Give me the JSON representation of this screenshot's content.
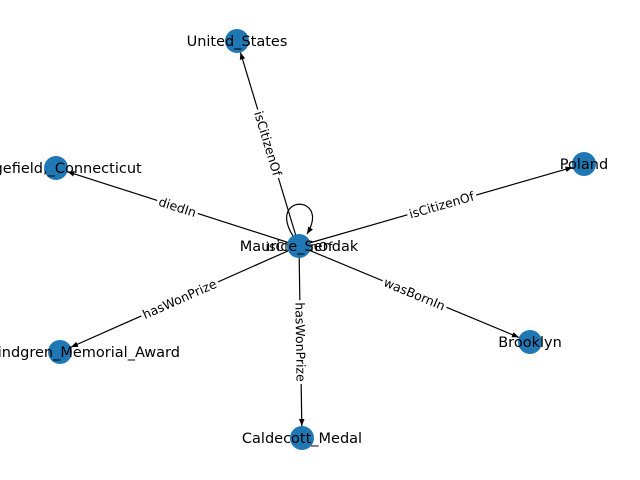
{
  "graph": {
    "node_color": "#1f78b4",
    "edge_color": "#000000",
    "nodes": [
      {
        "id": "maurice",
        "label": "Maurice_Sendak"
      },
      {
        "id": "us",
        "label": "United_States"
      },
      {
        "id": "ridgefield",
        "label": "Ridgefield,_Connecticut"
      },
      {
        "id": "poland",
        "label": "Poland"
      },
      {
        "id": "lindgren",
        "label": "Astrid_Lindgren_Memorial_Award"
      },
      {
        "id": "brooklyn",
        "label": "Brooklyn"
      },
      {
        "id": "caldecott",
        "label": "Caldecott_Medal"
      }
    ],
    "edges": [
      {
        "source": "maurice",
        "target": "us",
        "label": "isCitizenOf"
      },
      {
        "source": "maurice",
        "target": "ridgefield",
        "label": "diedIn"
      },
      {
        "source": "maurice",
        "target": "poland",
        "label": "isCitizenOf"
      },
      {
        "source": "maurice",
        "target": "lindgren",
        "label": "hasWonPrize"
      },
      {
        "source": "maurice",
        "target": "brooklyn",
        "label": "wasBornIn"
      },
      {
        "source": "maurice",
        "target": "caldecott",
        "label": "hasWonPrize"
      },
      {
        "source": "maurice",
        "target": "maurice",
        "label": "isCitizenOf"
      }
    ]
  }
}
